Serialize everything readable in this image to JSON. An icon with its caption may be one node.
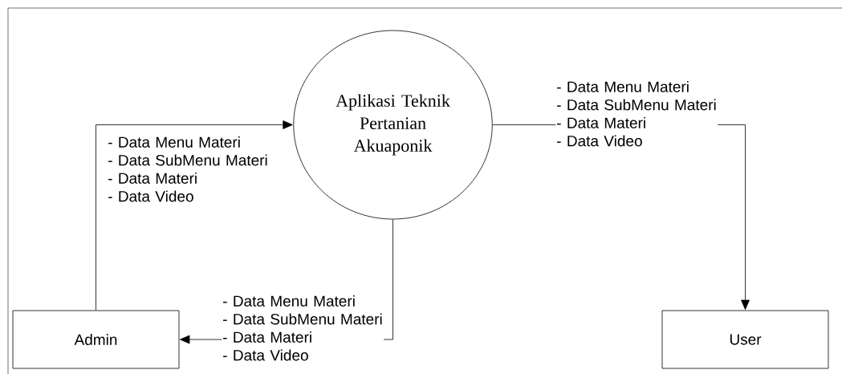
{
  "diagram": {
    "nodes": [
      {
        "text": [
          "Aplikasi Teknik Pertanian Akuaponik"
        ]
      },
      {
        "text": [
          "Admin"
        ]
      },
      {
        "text": [
          "User"
        ]
      }
    ],
    "edges": [
      {
        "from": 1,
        "to": 0,
        "arrow": "to",
        "label": "- Data Menu Materi - Data SubMenu Materi - Data Materi - Data Video"
      },
      {
        "from": 0,
        "to": 1,
        "arrow": "to",
        "label": "- Data Menu Materi - Data SubMenu Materi - Data Materi - Data Video"
      },
      {
        "from": 0,
        "to": 2,
        "arrow": "to",
        "label": "- Data Menu Materi - Data SubMenu Materi - Data Materi - Data Video"
      }
    ]
  }
}
